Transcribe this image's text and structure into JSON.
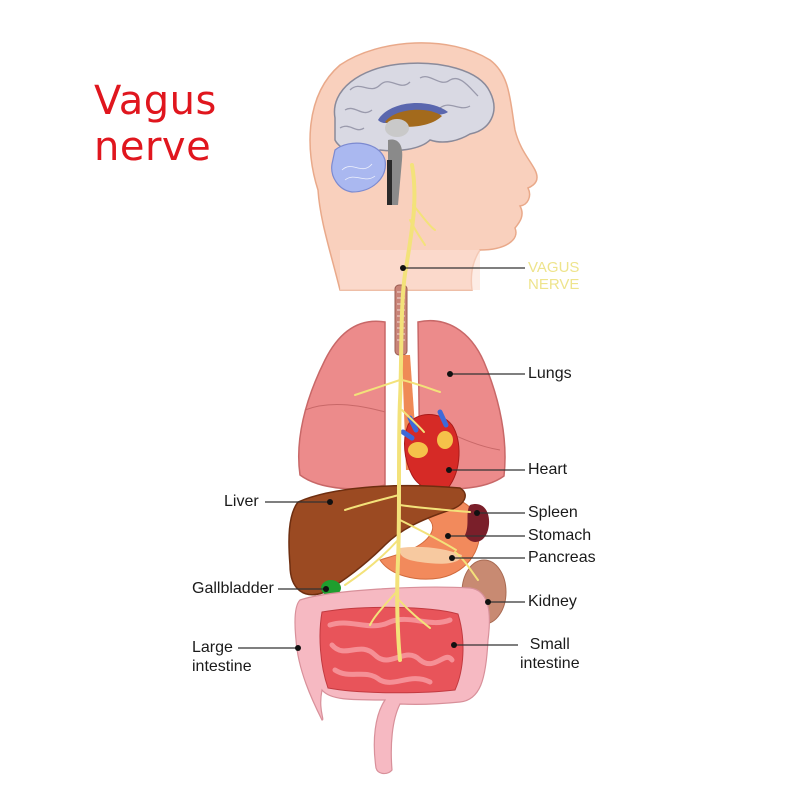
{
  "title": {
    "line1": "Vagus",
    "line2": "nerve"
  },
  "colors": {
    "title": "#e0161e",
    "nerve": "#f3e27a",
    "vagus_label": "#eee48c",
    "skin": "#f9d0bd",
    "brain": "#d9d9e3",
    "cerebellum": "#aab8f0",
    "lungs": "#ec8b8b",
    "heart": "#d62a26",
    "liver": "#9b4a22",
    "spleen": "#7a1f2a",
    "stomach": "#f28a5c",
    "gallbladder": "#1f9e2e",
    "kidney": "#c88a72",
    "large_intestine": "#f6b9c2",
    "small_intestine": "#e8545a",
    "leader_line": "#333333"
  },
  "labels": {
    "vagus_nerve": {
      "line1": "VAGUS",
      "line2": "NERVE"
    },
    "lungs": "Lungs",
    "heart": "Heart",
    "liver": "Liver",
    "spleen": "Spleen",
    "stomach": "Stomach",
    "pancreas": "Pancreas",
    "gallbladder": "Gallbladder",
    "kidney": "Kidney",
    "large_intestine": {
      "line1": "Large",
      "line2": "intestine"
    },
    "small_intestine": {
      "line1": "Small",
      "line2": "intestine"
    }
  }
}
